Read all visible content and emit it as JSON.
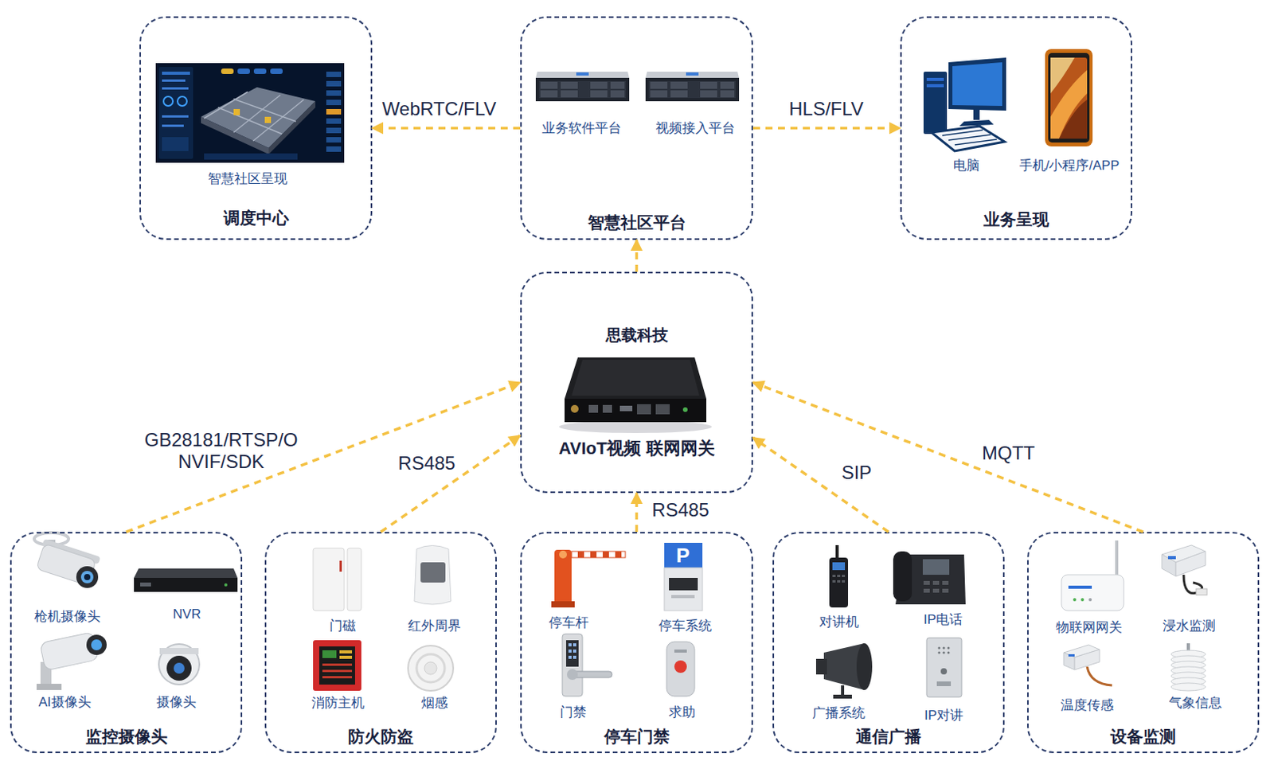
{
  "diagram": {
    "nodes": [
      {
        "text": [
          "调度中心"
        ]
      },
      {
        "text": [
          "智慧社区平台"
        ]
      },
      {
        "text": [
          "业务呈现"
        ]
      },
      {
        "text": [
          "思载科技",
          "AVIoT视频 联网网关"
        ]
      },
      {
        "text": [
          "监控摄像头"
        ]
      },
      {
        "text": [
          "防火防盗"
        ]
      },
      {
        "text": [
          "停车门禁"
        ]
      },
      {
        "text": [
          "通信广播"
        ]
      },
      {
        "text": [
          "设备监测"
        ]
      }
    ],
    "edges": [
      {
        "from": 1,
        "to": 0,
        "arrow": "to",
        "label": "WebRTC/FLV"
      },
      {
        "from": 1,
        "to": 2,
        "arrow": "to",
        "label": "HLS/FLV"
      },
      {
        "from": 3,
        "to": 1,
        "arrow": "to"
      },
      {
        "from": 4,
        "to": 3,
        "arrow": "to",
        "label": "GB28181/RTSP/O NVIF/SDK"
      },
      {
        "from": 5,
        "to": 3,
        "arrow": "to",
        "label": "RS485"
      },
      {
        "from": 6,
        "to": 3,
        "arrow": "to",
        "label": "RS485"
      },
      {
        "from": 7,
        "to": 3,
        "arrow": "to",
        "label": "SIP"
      },
      {
        "from": 8,
        "to": 3,
        "arrow": "to",
        "label": "MQTT"
      }
    ],
    "labels": [
      "智慧社区呈现",
      "业务软件平台",
      "视频接入平台",
      "电脑",
      "手机/小程序/APP",
      "枪机摄像头",
      "NVR",
      "AI摄像头",
      "摄像头",
      "门磁",
      "红外周界",
      "消防主机",
      "烟感",
      "P",
      "停车杆",
      "停车系统",
      "门禁",
      "求助",
      "对讲机",
      "IP电话",
      "广播系统",
      "IP对讲",
      "物联网网关",
      "浸水监测",
      "温度传感",
      "气象信息"
    ]
  }
}
